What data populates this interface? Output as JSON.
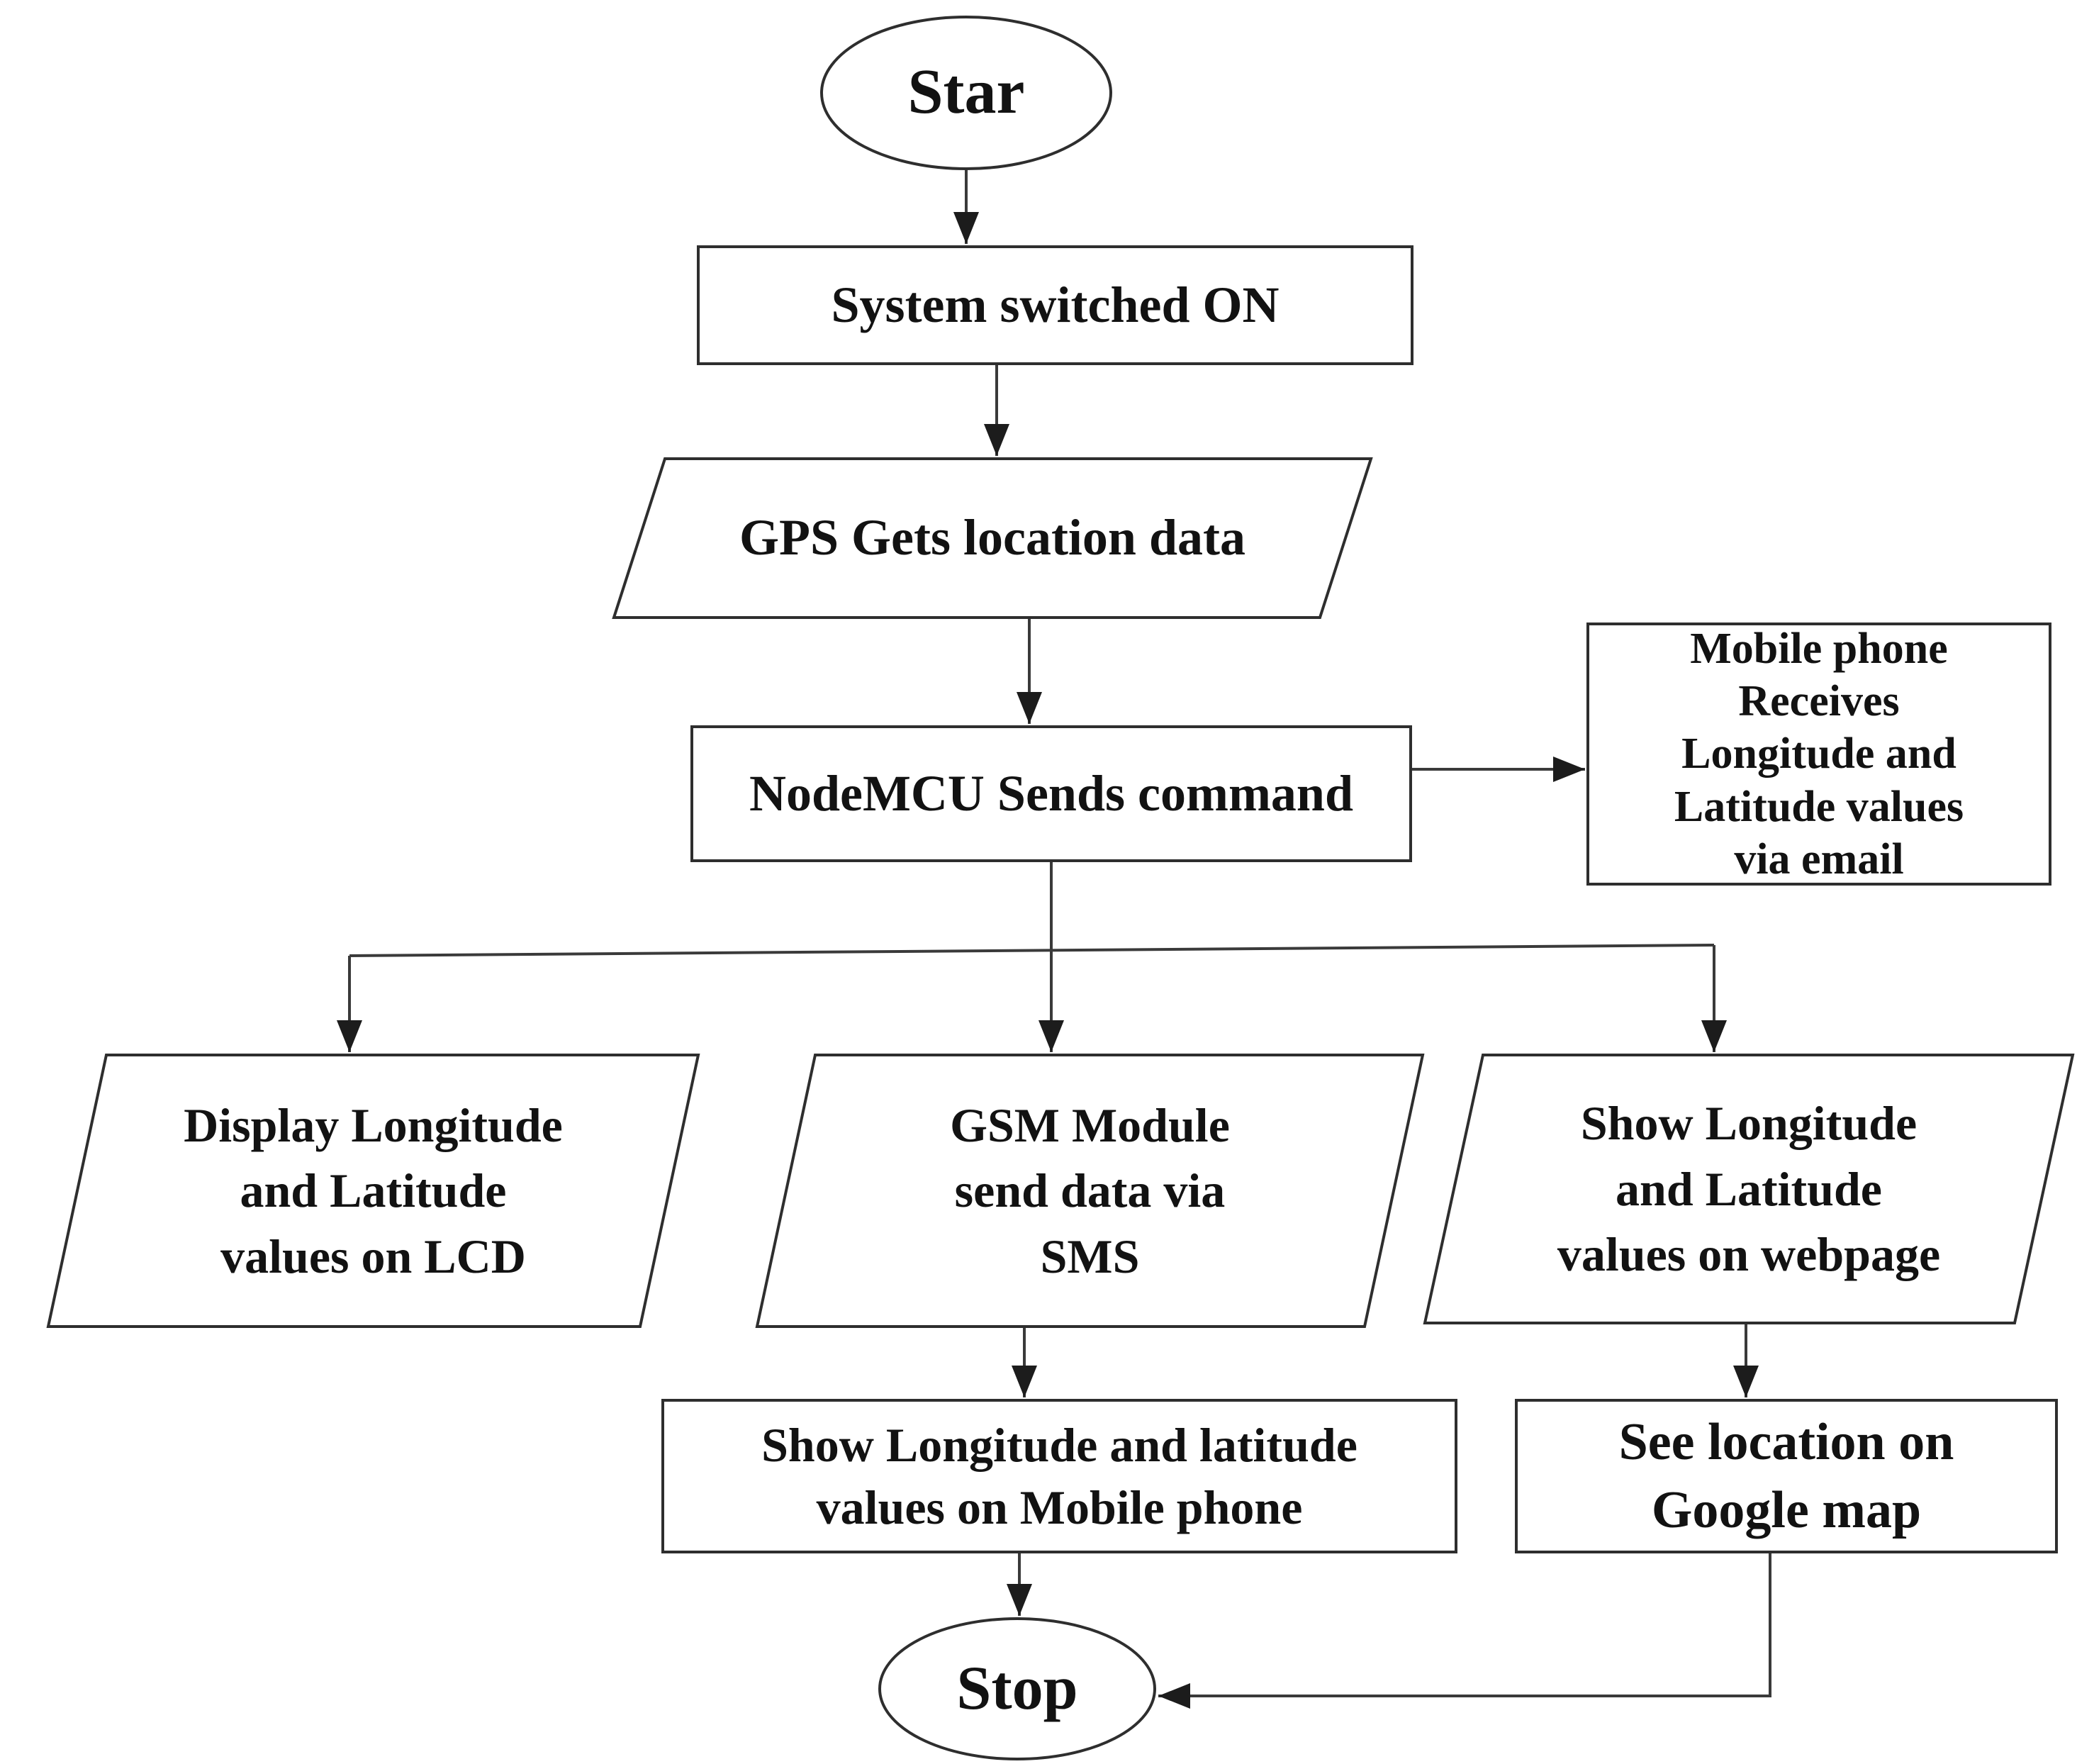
{
  "flowchart": {
    "colors": {
      "background": "#ffffff",
      "line": "#2f2f2f",
      "text": "#121212"
    },
    "nodes": {
      "start": {
        "shape": "ellipse",
        "label": "Star"
      },
      "system_on": {
        "shape": "rectangle",
        "label": "System switched ON"
      },
      "gps_location": {
        "shape": "parallelogram",
        "label": "GPS Gets location data"
      },
      "nodemcu": {
        "shape": "rectangle",
        "label": "NodeMCU Sends command"
      },
      "email": {
        "shape": "rectangle",
        "label": "Mobile phone\nReceives\nLongitude and\nLatitude values\nvia email"
      },
      "display_lcd": {
        "shape": "parallelogram",
        "label": "Display Longitude\nand Latitude\nvalues on LCD"
      },
      "gsm_sms": {
        "shape": "parallelogram",
        "label": "GSM Module\nsend data via\nSMS"
      },
      "webpage": {
        "shape": "parallelogram",
        "label": "Show Longitude\nand Latitude\nvalues on webpage"
      },
      "mobile_show": {
        "shape": "rectangle",
        "label": "Show Longitude and latitude\nvalues on Mobile phone"
      },
      "google_map": {
        "shape": "rectangle",
        "label": "See location on\nGoogle map"
      },
      "stop": {
        "shape": "ellipse",
        "label": "Stop"
      }
    },
    "edges": [
      {
        "from": "start",
        "to": "system_on"
      },
      {
        "from": "system_on",
        "to": "gps_location"
      },
      {
        "from": "gps_location",
        "to": "nodemcu"
      },
      {
        "from": "nodemcu",
        "to": "email"
      },
      {
        "from": "nodemcu",
        "to": "display_lcd"
      },
      {
        "from": "nodemcu",
        "to": "gsm_sms"
      },
      {
        "from": "nodemcu",
        "to": "webpage"
      },
      {
        "from": "gsm_sms",
        "to": "mobile_show"
      },
      {
        "from": "webpage",
        "to": "google_map"
      },
      {
        "from": "mobile_show",
        "to": "stop"
      },
      {
        "from": "google_map",
        "to": "stop"
      }
    ]
  }
}
